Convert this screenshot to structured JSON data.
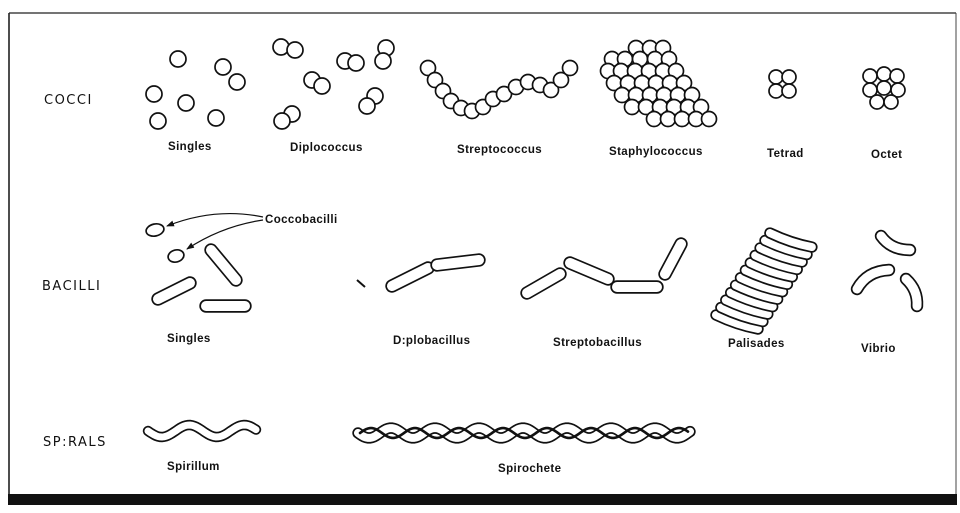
{
  "rows": {
    "cocci": "COCCI",
    "bacilli": "BACILLI",
    "spirals": "SP:RALS"
  },
  "cocci": {
    "singles": "Singles",
    "diplococcus": "Diplococcus",
    "streptococcus": "Streptococcus",
    "staphylococcus": "Staphylococcus",
    "tetrad": "Tetrad",
    "octet": "Octet"
  },
  "bacilli": {
    "coccobacilli": "Coccobacilli",
    "singles": "Singles",
    "diplobacillus": "D:plobacillus",
    "streptobacillus": "Streptobacillus",
    "palisades": "Palisades",
    "vibrio": "Vibrio"
  },
  "spirals": {
    "spirillum": "Spirillum",
    "spirochete": "Spirochete"
  }
}
